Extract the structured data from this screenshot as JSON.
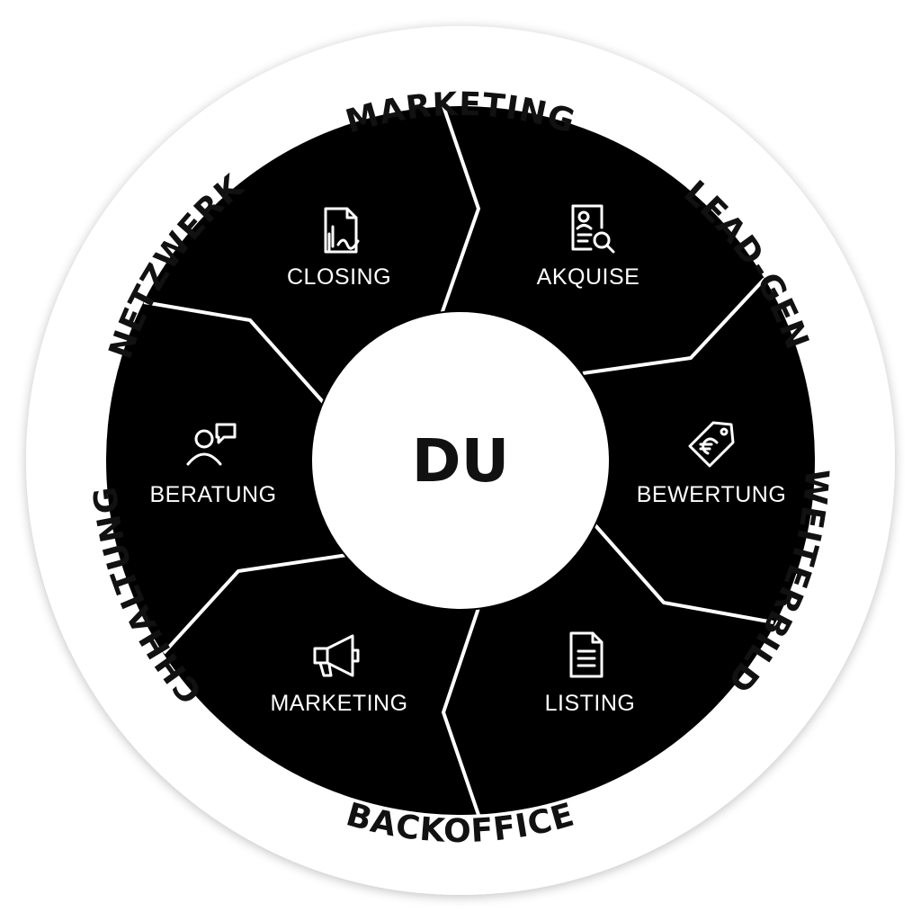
{
  "center": {
    "label": "DU"
  },
  "segments": [
    {
      "id": "closing",
      "label": "CLOSING",
      "icon": "document-signature-icon"
    },
    {
      "id": "akquise",
      "label": "AKQUISE",
      "icon": "profile-search-icon"
    },
    {
      "id": "bewertung",
      "label": "BEWERTUNG",
      "icon": "price-tag-euro-icon"
    },
    {
      "id": "listing",
      "label": "LISTING",
      "icon": "document-list-icon"
    },
    {
      "id": "marketing",
      "label": "MARKETING",
      "icon": "megaphone-icon"
    },
    {
      "id": "beratung",
      "label": "BERATUNG",
      "icon": "consulting-person-icon"
    }
  ],
  "outer_ring": [
    {
      "id": "marketing",
      "label": "MARKETING"
    },
    {
      "id": "lead-gen",
      "label": "LEAD-GEN"
    },
    {
      "id": "weiterbildung",
      "label": "WEITERBILDUNG"
    },
    {
      "id": "backoffice",
      "label": "BACKOFFICE"
    },
    {
      "id": "buchhaltung",
      "label": "BUCHHALTUNG"
    },
    {
      "id": "netzwerk",
      "label": "NETZWERK"
    }
  ],
  "colors": {
    "segment_fill": "#000000",
    "divider": "#ffffff",
    "ring": "#ffffff",
    "center_fill": "#ffffff",
    "text_dark": "#111111",
    "text_light": "#ffffff"
  }
}
